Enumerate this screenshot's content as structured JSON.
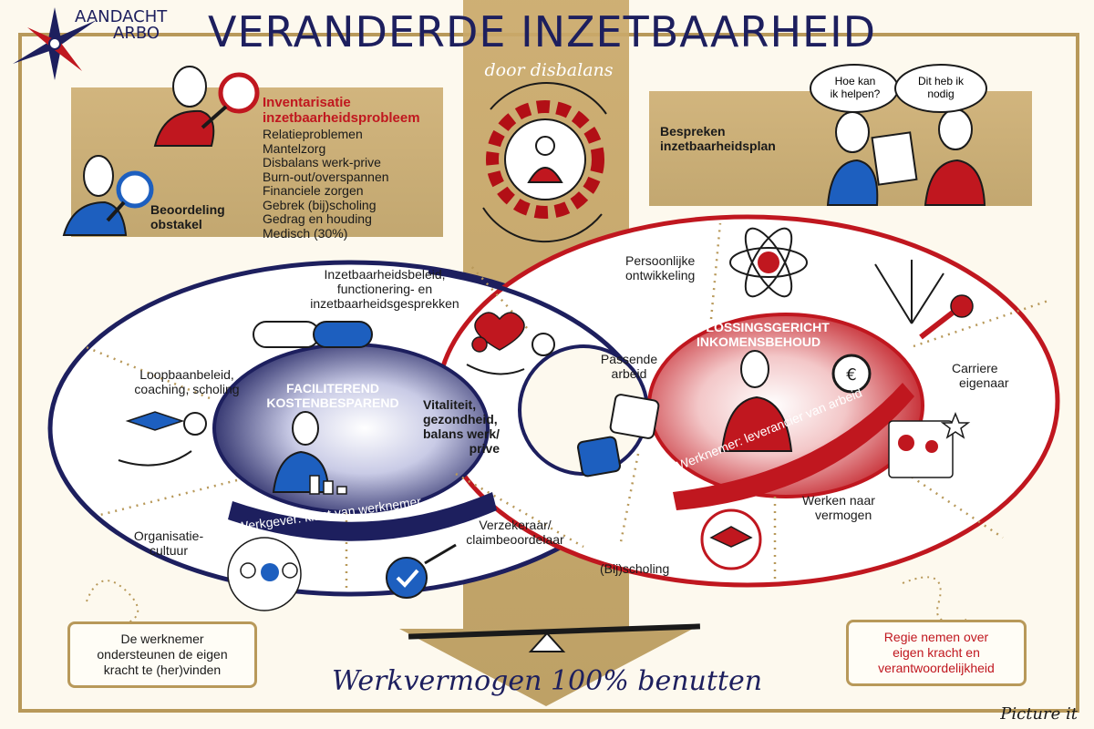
{
  "header": {
    "brand_line1": "AANDACHT",
    "brand_line2": "ARBO",
    "title": "VERANDERDE INZETBAARHEID",
    "subtitle": "door disbalans"
  },
  "inventory": {
    "heading_line1": "Inventarisatie",
    "heading_line2": "inzetbaarheidsprobleem",
    "items": [
      "Relatieproblemen",
      "Mantelzorg",
      "Disbalans werk-prive",
      "Burn-out/overspannen",
      "Financiele zorgen",
      "Gebrek (bij)scholing",
      "Gedrag en houding",
      "Medisch (30%)"
    ],
    "obstacle_line1": "Beoordeling",
    "obstacle_line2": "obstakel"
  },
  "plan": {
    "label_line1": "Bespreken",
    "label_line2": "inzetbaarheidsplan",
    "bubble_left_line1": "Hoe kan",
    "bubble_left_line2": "ik helpen?",
    "bubble_right_line1": "Dit heb ik",
    "bubble_right_line2": "nodig"
  },
  "left_ring": {
    "center_line1": "FACILITEREND",
    "center_line2": "KOSTENBESPAREND",
    "band_label": "Werkgever: klant van werknemer",
    "seg_beleid_line1": "Inzetbaarheidsbeleid,",
    "seg_beleid_line2": "functionering- en",
    "seg_beleid_line3": "inzetbaarheidsgesprekken",
    "seg_loopbaan_line1": "Loopbaanbeleid,",
    "seg_loopbaan_line2": "coaching, scholing",
    "seg_cultuur_line1": "Organisatie-",
    "seg_cultuur_line2": "cultuur",
    "seg_verzekeraar_line1": "Verzekeraar/",
    "seg_verzekeraar_line2": "claimbeoordelaar"
  },
  "middle": {
    "vitaliteit_line1": "Vitaliteit,",
    "vitaliteit_line2": "gezondheid,",
    "vitaliteit_line3": "balans werk/",
    "vitaliteit_line4": "prive",
    "passende_line1": "Passende",
    "passende_line2": "arbeid"
  },
  "right_ring": {
    "center_line1": "OPLOSSINGSGERICHT",
    "center_line2": "INKOMENSBEHOUD",
    "band_label": "Werknemer: leverancier van arbeid",
    "seg_persoonlijk_line1": "Persoonlijke",
    "seg_persoonlijk_line2": "ontwikkeling",
    "seg_carriere_line1": "Carriere",
    "seg_carriere_line2": "eigenaar",
    "seg_werken_line1": "Werken naar",
    "seg_werken_line2": "vermogen",
    "seg_scholing": "(Bij)scholing"
  },
  "notes": {
    "left_line1": "De werknemer",
    "left_line2": "ondersteunen de eigen",
    "left_line3": "kracht te (her)vinden",
    "right_line1": "Regie nemen over",
    "right_line2": "eigen kracht en",
    "right_line3": "verantwoordelijkheid"
  },
  "footer": {
    "tagline": "Werkvermogen 100% benutten",
    "signature": "Picture it"
  },
  "colors": {
    "navy": "#1d1f5e",
    "red": "#c0171f",
    "gold": "#b8995a",
    "beige": "#d9c08a"
  }
}
